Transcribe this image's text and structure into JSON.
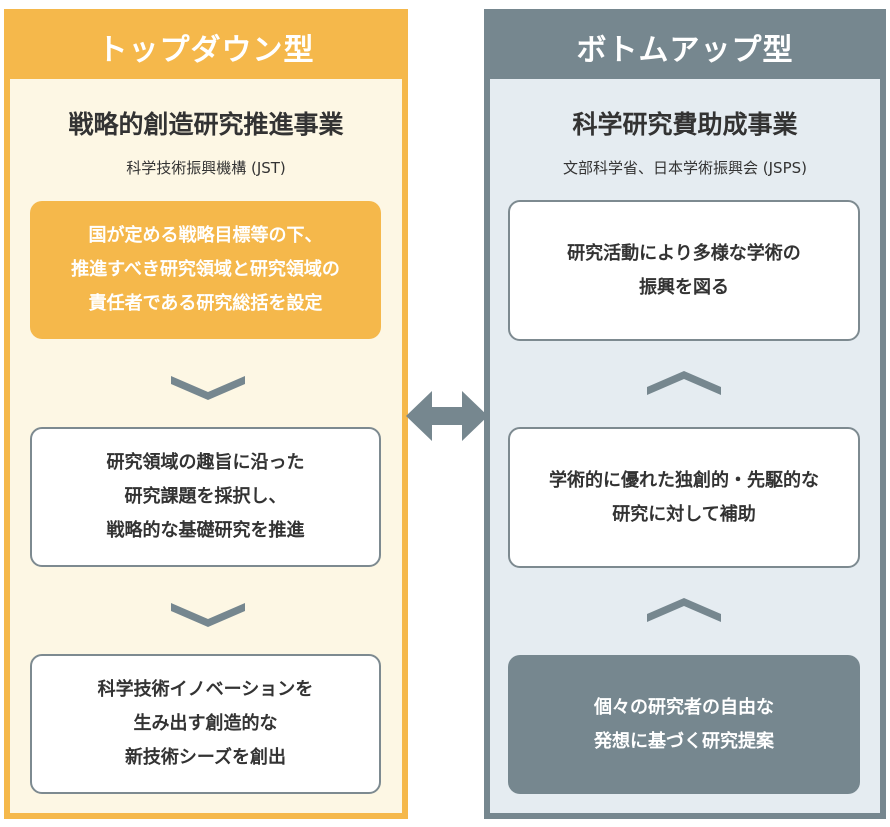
{
  "left": {
    "banner": "トップダウン型",
    "title": "戦略的創造研究推進事業",
    "subtitle": "科学技術振興機構 (JST)",
    "steps": [
      [
        "国が定める戦略目標等の下、",
        "推進すべき研究領域と研究領域の",
        "責任者である研究総括を設定"
      ],
      [
        "研究領域の趣旨に沿った",
        "研究課題を採択し、",
        "戦略的な基礎研究を推進"
      ],
      [
        "科学技術イノベーションを",
        "生み出す創造的な",
        "新技術シーズを創出"
      ]
    ]
  },
  "right": {
    "banner": "ボトムアップ型",
    "title": "科学研究費助成事業",
    "subtitle": "文部科学省、日本学術振興会 (JSPS)",
    "steps": [
      [
        "研究活動により多様な学術の",
        "振興を図る"
      ],
      [
        "学術的に優れた独創的・先駆的な",
        "研究に対して補助"
      ],
      [
        "個々の研究者の自由な",
        "発想に基づく研究提案"
      ]
    ]
  },
  "colors": {
    "top_down_accent": "#f5b84b",
    "top_down_background": "#fdf7e4",
    "bottom_up_accent": "#76878f",
    "bottom_up_background": "#e5ecf1"
  },
  "icons": {
    "chevron_down": "chevron-down-icon",
    "chevron_up": "chevron-up-icon",
    "bidirectional_arrow": "double-arrow-icon"
  }
}
